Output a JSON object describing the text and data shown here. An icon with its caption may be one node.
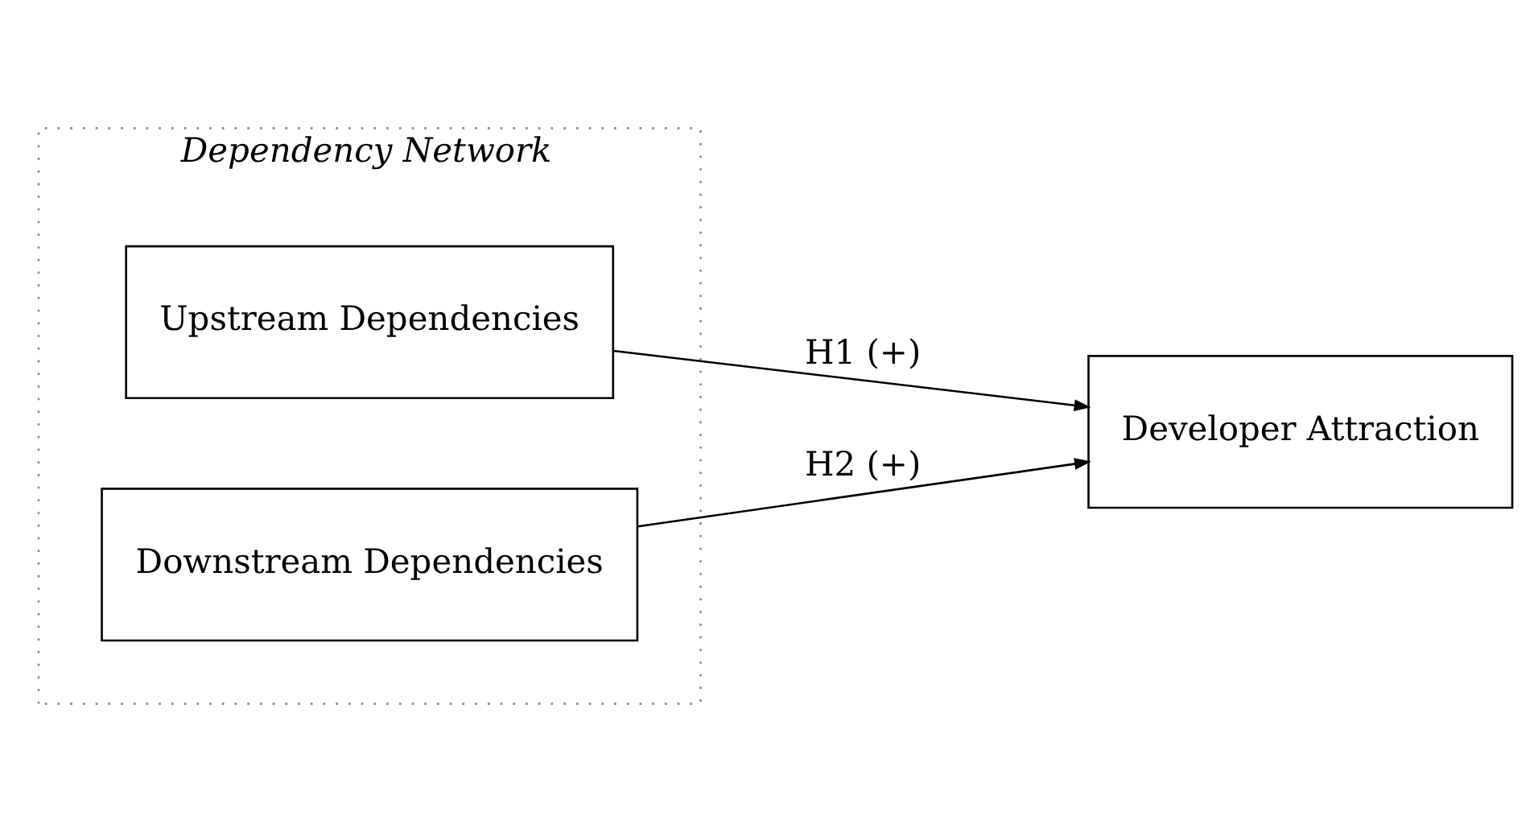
{
  "diagram": {
    "nodes": [
      {
        "text": [
          "Dependency Network"
        ]
      },
      {
        "text": [
          "Upstream Dependencies"
        ],
        "in": 0
      },
      {
        "text": [
          "Downstream Dependencies"
        ],
        "in": 0
      },
      {
        "text": [
          "Developer Attraction"
        ]
      }
    ],
    "edges": [
      {
        "from": 1,
        "to": 3,
        "arrow": "to",
        "label": "H1 (+)"
      },
      {
        "from": 2,
        "to": 3,
        "arrow": "to",
        "label": "H2 (+)"
      }
    ]
  }
}
